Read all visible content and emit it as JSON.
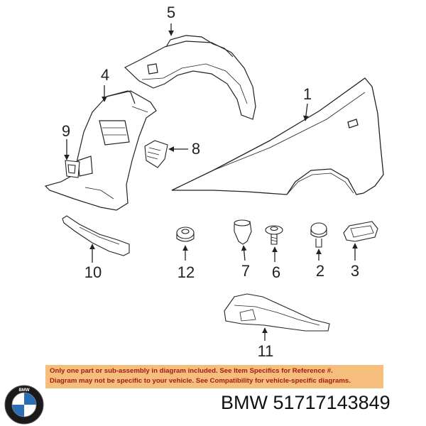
{
  "callouts": {
    "c1": "1",
    "c2": "2",
    "c3": "3",
    "c4": "4",
    "c5": "5",
    "c6": "6",
    "c7": "7",
    "c8": "8",
    "c9": "9",
    "c10": "10",
    "c11": "11",
    "c12": "12"
  },
  "notice": {
    "line1": "Only one part or sub-assembly in diagram included. See Item Specifics for Reference #.",
    "line2": "Diagram may not be specific to your vehicle. See Compatibility for vehicle-specific diagrams."
  },
  "brand": {
    "logo_text": "BMW",
    "part_label": "BMW 51717143849"
  },
  "colors": {
    "notice_bg": "#f5be7d",
    "notice_text": "#a31c12",
    "logo_blue": "#2a6fb5"
  }
}
